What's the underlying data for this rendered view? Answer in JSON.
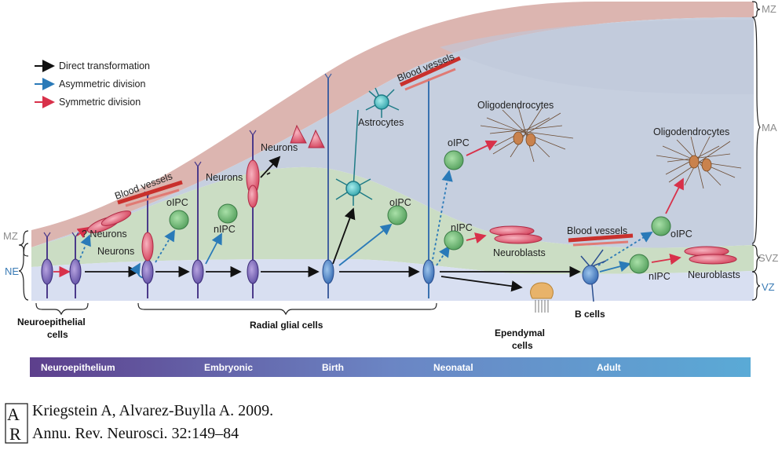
{
  "legend": {
    "direct": "Direct transformation",
    "asymmetric": "Asymmetric division",
    "symmetric": "Symmetric division"
  },
  "zones": {
    "mz": "MZ",
    "ma": "MA",
    "svz": "SVZ",
    "vz": "VZ",
    "ne": "NE"
  },
  "labels": {
    "neurons": "Neurons",
    "q_neurons": "? Neurons",
    "blood_vessels": "Blood vessels",
    "astrocytes": "Astrocytes",
    "oligodendrocytes": "Oligodendrocytes",
    "olpc": "oIPC",
    "nlpc": "nIPC",
    "neuroblasts": "Neuroblasts",
    "neuroepithelial_cells": "Neuroepithelial\ncells",
    "radial_glial_cells": "Radial glial cells",
    "ependymal_cells": "Ependymal\ncells",
    "b_cells": "B cells"
  },
  "timeline": [
    "Neuroepithelium",
    "Embryonic",
    "Birth",
    "Neonatal",
    "Adult"
  ],
  "citation": {
    "line1": "Kriegstein A, Alvarez-Buylla A. 2009.",
    "line2": "Annu. Rev. Neurosci. 32:149–84"
  },
  "colors": {
    "direct": "#111111",
    "asymmetric": "#2a7ab8",
    "symmetric": "#d8314a",
    "mz_band": "#d9b2ae",
    "ma_band": "#c4cddd",
    "svz_band": "#c9dcc0",
    "vz_band": "#d6def0",
    "zone_text": "#8c8c8c",
    "zone_blue": "#3a7bb5"
  }
}
